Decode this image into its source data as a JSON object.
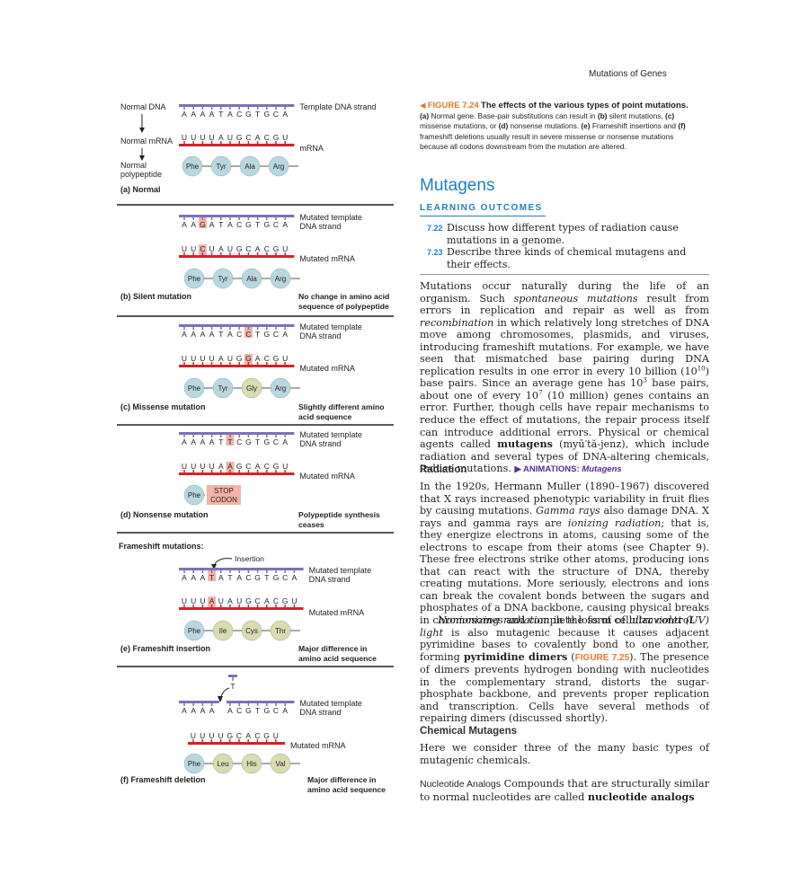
{
  "running_head": "Mutations of Genes",
  "figure": {
    "labels": {
      "normal_dna": "Normal DNA",
      "normal_mrna": "Normal mRNA",
      "normal_polypeptide_1": "Normal",
      "normal_polypeptide_2": "polypeptide",
      "template_dna_strand": "Template DNA strand",
      "mrna": "mRNA",
      "mutated_template_1": "Mutated template",
      "mutated_template_2": "DNA strand",
      "mutated_mrna": "Mutated mRNA",
      "frameshift_mutations": "Frameshift mutations:",
      "insertion": "Insertion",
      "inserted_base": "T",
      "stop_codon_1": "STOP",
      "stop_codon_2": "CODON"
    },
    "panels": [
      {
        "name": "normal",
        "title": "(a) Normal",
        "note1": "",
        "note2": "",
        "dna": [
          "A",
          "A",
          "A",
          "A",
          "T",
          "A",
          "C",
          "G",
          "T",
          "G",
          "C",
          "A"
        ],
        "mrna": [
          "U",
          "U",
          "U",
          "U",
          "A",
          "U",
          "G",
          "C",
          "A",
          "C",
          "G",
          "U"
        ],
        "dna_highlight": [],
        "mrna_highlight": [],
        "aminos": [
          "Phe",
          "Tyr",
          "Ala",
          "Arg"
        ]
      },
      {
        "name": "silent",
        "title": "(b) Silent mutation",
        "note1": "No change in amino acid",
        "note2": "sequence of polypeptide",
        "dna": [
          "A",
          "A",
          "G",
          "A",
          "T",
          "A",
          "C",
          "G",
          "T",
          "G",
          "C",
          "A"
        ],
        "mrna": [
          "U",
          "U",
          "C",
          "U",
          "A",
          "U",
          "G",
          "C",
          "A",
          "C",
          "G",
          "U"
        ],
        "dna_highlight": [
          2
        ],
        "mrna_highlight": [
          2
        ],
        "aminos": [
          "Phe",
          "Tyr",
          "Ala",
          "Arg"
        ]
      },
      {
        "name": "missense",
        "title": "(c) Missense mutation",
        "note1": "Slightly different amino",
        "note2": "acid sequence",
        "dna": [
          "A",
          "A",
          "A",
          "A",
          "T",
          "A",
          "C",
          "C",
          "T",
          "G",
          "C",
          "A"
        ],
        "mrna": [
          "U",
          "U",
          "U",
          "U",
          "A",
          "U",
          "G",
          "G",
          "A",
          "C",
          "G",
          "U"
        ],
        "dna_highlight": [
          7
        ],
        "mrna_highlight": [
          7
        ],
        "aminos": [
          "Phe",
          "Tyr",
          "Gly",
          "Arg"
        ]
      },
      {
        "name": "nonsense",
        "title": "(d) Nonsense mutation",
        "note1": "Polypeptide synthesis",
        "note2": "ceases",
        "dna": [
          "A",
          "A",
          "A",
          "A",
          "T",
          "T",
          "C",
          "G",
          "T",
          "G",
          "C",
          "A"
        ],
        "mrna": [
          "U",
          "U",
          "U",
          "U",
          "A",
          "A",
          "G",
          "C",
          "A",
          "C",
          "G",
          "U"
        ],
        "dna_highlight": [
          5
        ],
        "mrna_highlight": [
          5
        ],
        "aminos": [
          "Phe"
        ]
      },
      {
        "name": "frameshift-insertion",
        "title": "(e) Frameshift insertion",
        "note1": "Major difference in",
        "note2": "amino acid sequence",
        "dna": [
          "A",
          "A",
          "A",
          "T",
          "A",
          "T",
          "A",
          "C",
          "G",
          "T",
          "G",
          "C",
          "A"
        ],
        "mrna": [
          "U",
          "U",
          "U",
          "A",
          "U",
          "A",
          "U",
          "G",
          "C",
          "A",
          "C",
          "G",
          "U"
        ],
        "dna_highlight": [
          3
        ],
        "mrna_highlight": [
          3
        ],
        "aminos": [
          "Phe",
          "Ile",
          "Cys",
          "Thr"
        ]
      },
      {
        "name": "frameshift-deletion",
        "title": "(f) Frameshift deletion",
        "note1": "Major difference in",
        "note2": "amino acid sequence",
        "dna": [
          "A",
          "A",
          "A",
          "A",
          "",
          "A",
          "C",
          "G",
          "T",
          "G",
          "C",
          "A"
        ],
        "mrna": [
          "U",
          "U",
          "U",
          "U",
          "G",
          "C",
          "A",
          "C",
          "G",
          "U"
        ],
        "dna_highlight": [],
        "mrna_highlight": [],
        "aminos": [
          "Phe",
          "Leu",
          "His",
          "Val"
        ]
      }
    ]
  },
  "caption": {
    "figure_label": "FIGURE 7.24",
    "title": "The effects of the various types of point mutations.",
    "a": "(a)",
    "a_text": " Normal gene. Base-pair substitutions can result in ",
    "b": "(b)",
    "b_text": " silent mutations, ",
    "c": "(c)",
    "c_text": " missense mutations, or ",
    "d": "(d)",
    "d_text": " nonsense mutations. ",
    "e": "(e)",
    "e_text": " Frameshift insertions and ",
    "f": "(f)",
    "f_text": " frameshift deletions usually result in severe missense or nonsense mutations because all codons downstream from the mutation are altered."
  },
  "section_title": "Mutagens",
  "learning_outcomes": {
    "heading": "LEARNING OUTCOMES",
    "items": [
      {
        "num": "7.22",
        "text": "Discuss how different types of radiation cause mutations in a genome."
      },
      {
        "num": "7.23",
        "text": "Describe three kinds of chemical mutagens and their effects."
      }
    ]
  },
  "intro": {
    "t1": "Mutations occur naturally during the life of an organism. Such ",
    "i1": "spontaneous mutations",
    "t2": " result from errors in replication and repair as well as from ",
    "i2": "recombination",
    "t3": " in which relatively long stretches of DNA move among chromosomes, plasmids, and viruses, introducing frameshift mutations. For example, we have seen that mismatched base pairing during DNA replication results in one error in every 10 billion (10",
    "sup1": "10",
    "t4": ") base pairs. Since an average gene has 10",
    "sup2": "3",
    "t5": " base pairs, about one of every 10",
    "sup3": "7",
    "t6": " (10 million) genes contains an error. Further, though cells have repair mechanisms to reduce the effect of mutations, the repair process itself can introduce additional errors. Physical or chemical agents called ",
    "b1": "mutagens",
    "t7": " (myū′tă-jenz), which include radiation and several types of DNA-altering chemicals, induce mutations. ",
    "animations": "▶ ANIMATIONS: ",
    "animations_topic": "Mutagens"
  },
  "radiation": {
    "heading": "Radiation",
    "p1": "In the 1920s, Hermann Muller (1890–1967) discovered that X rays increased phenotypic variability in fruit flies by causing mutations. ",
    "p1_i1": "Gamma rays",
    "p1_b": " also damage DNA. X rays and gamma rays are ",
    "p1_i2": "ionizing radiation",
    "p1_c": "; that is, they energize electrons in atoms, causing some of the electrons to escape from their atoms (see Chapter 9). These free electrons strike other atoms, producing ions that can react with the structure of DNA, thereby creating mutations. More seriously, electrons and ions can break the covalent bonds between the sugars and phosphates of a DNA backbone, causing physical breaks in chromosomes and complete loss of cellular control.",
    "p2_i1": "Nonionizing radiation",
    "p2_a": " in the form of ",
    "p2_i2": "ultraviolet (UV) light",
    "p2_b": " is also mutagenic because it causes adjacent pyrimidine bases to covalently bond to one another, forming ",
    "p2_bold": "pyrimidine dimers",
    "p2_c": " (",
    "p2_figref": "FIGURE 7.25",
    "p2_d": "). The presence of dimers prevents hydrogen bonding with nucleotides in the complementary strand, distorts the sugar-phosphate backbone, and prevents proper replication and transcription. Cells have several methods of repairing dimers (discussed shortly)."
  },
  "chemical": {
    "heading": "Chemical Mutagens",
    "p1": "Here we consider three of the many basic types of mutagenic chemicals.",
    "runin": "Nucleotide Analogs",
    "p2": " Compounds that are structurally similar to normal nucleotides are called ",
    "p2_bold": "nucleotide analogs"
  },
  "colors": {
    "dna": "#7b72b8",
    "mrna": "#d2232a",
    "amino_blue": "#b9d7df",
    "amino_green": "#d8dcae",
    "highlight": "#f4b2a8",
    "accent_blue": "#1f7fc0",
    "accent_orange": "#e8762b",
    "animations_purple": "#5b2d8e"
  }
}
